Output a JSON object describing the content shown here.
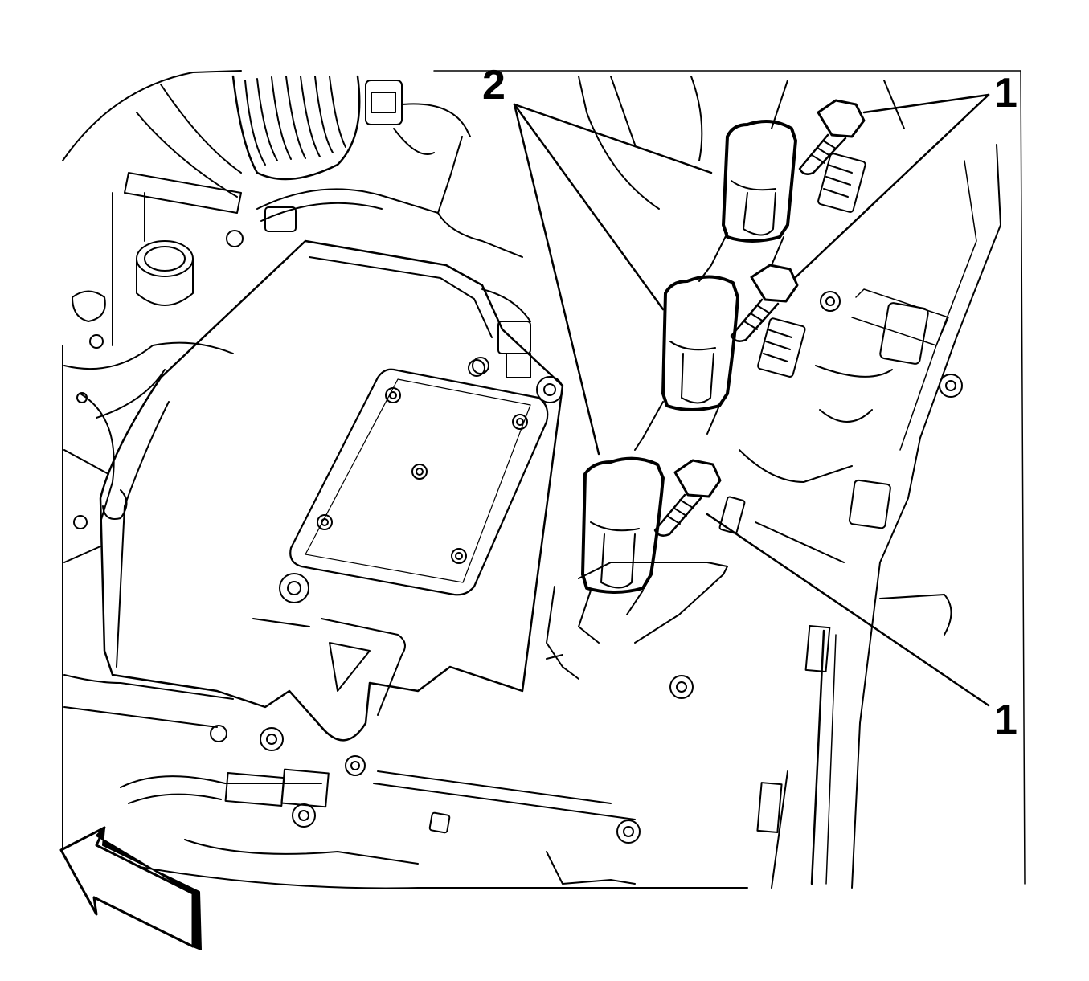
{
  "callouts": {
    "one_top": "1",
    "two": "2",
    "one_bottom": "1"
  },
  "icons": {
    "direction_arrow": "front-direction-arrow-icon",
    "bolt": "bolt-icon",
    "ignition_coil": "ignition-coil-icon"
  },
  "colors": {
    "line": "#000000",
    "background": "#ffffff"
  }
}
